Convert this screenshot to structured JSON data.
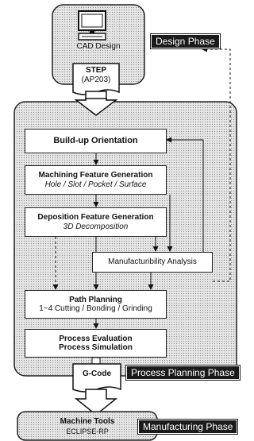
{
  "diagram": {
    "design": {
      "cad_label": "CAD Design",
      "step_label": "STEP",
      "step_sub": "(AP203)",
      "phase_label": "Design Phase"
    },
    "process": {
      "buildup": "Build-up Orientation",
      "machining_title": "Machining Feature Generation",
      "machining_sub": "Hole / Slot / Pocket / Surface",
      "deposition_title": "Deposition Feature Generation",
      "deposition_sub": "3D Decomposition",
      "manufacturability": "Manufacturibility Analysis",
      "path_title": "Path Planning",
      "path_sub": "1~4 Cutting / Bonding / Grinding",
      "eval_line1": "Process Evaluation",
      "eval_line2": "Process Simulation",
      "phase_label": "Process Planning Phase"
    },
    "gcode_label": "G-Code",
    "manufacturing": {
      "tool_title": "Machine Tools",
      "tool_sub": "ECLIPSE-RP",
      "phase_label": "Manufacturing Phase"
    }
  }
}
